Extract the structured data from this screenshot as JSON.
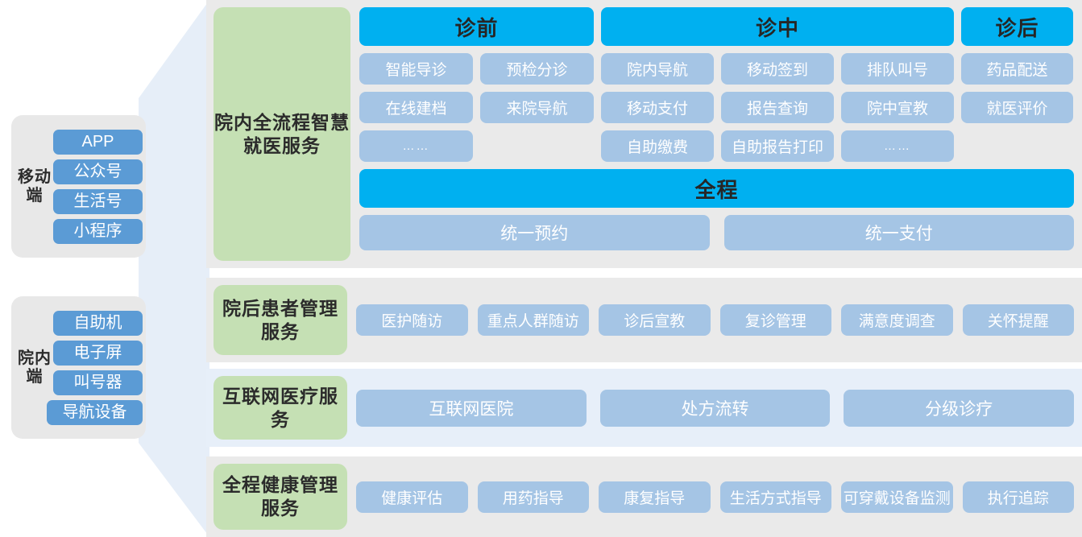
{
  "terminals": [
    {
      "id": "mobile",
      "title": "移动端",
      "items": [
        "APP",
        "公众号",
        "生活号",
        "小程序"
      ]
    },
    {
      "id": "in-hospital",
      "title": "院内端",
      "items": [
        "自助机",
        "电子屏",
        "叫号器",
        "导航设备"
      ]
    }
  ],
  "sections": [
    {
      "id": "full-flow",
      "label": "院内全流程智慧就医服务",
      "phases": [
        {
          "id": "pre",
          "banner": "诊前",
          "rows": [
            [
              "智能导诊",
              "预检分诊"
            ],
            [
              "在线建档",
              "来院导航"
            ],
            [
              "……",
              ""
            ]
          ]
        },
        {
          "id": "mid",
          "banner": "诊中",
          "rows": [
            [
              "院内导航",
              "移动签到",
              "排队叫号"
            ],
            [
              "移动支付",
              "报告查询",
              "院中宣教"
            ],
            [
              "自助缴费",
              "自助报告打印",
              "……"
            ]
          ]
        },
        {
          "id": "post",
          "banner": "诊后",
          "rows": [
            [
              "药品配送"
            ],
            [
              "就医评价"
            ],
            [
              ""
            ]
          ]
        }
      ],
      "full": {
        "banner": "全程",
        "items": [
          "统一预约",
          "统一支付"
        ]
      }
    },
    {
      "id": "post-discharge",
      "label": "院后患者管理服务",
      "items": [
        "医护随访",
        "重点人群随访",
        "诊后宣教",
        "复诊管理",
        "满意度调查",
        "关怀提醒"
      ]
    },
    {
      "id": "internet-medical",
      "label": "互联网医疗服务",
      "items": [
        "互联网医院",
        "处方流转",
        "分级诊疗"
      ]
    },
    {
      "id": "health-management",
      "label": "全程健康管理服务",
      "items": [
        "健康评估",
        "用药指导",
        "康复指导",
        "生活方式指导",
        "可穿戴设备监测",
        "执行追踪"
      ]
    }
  ],
  "colors": {
    "chip_blue": "#5B9BD5",
    "card_blue": "#A5C5E5",
    "banner_cyan": "#00B0F0",
    "label_green": "#C5E0B4",
    "panel_gray": "#E8E8E8",
    "section_gray": "#EAEAEA",
    "section_blue": "#E7EFF9",
    "funnel_blue": "#E6EEF8"
  }
}
